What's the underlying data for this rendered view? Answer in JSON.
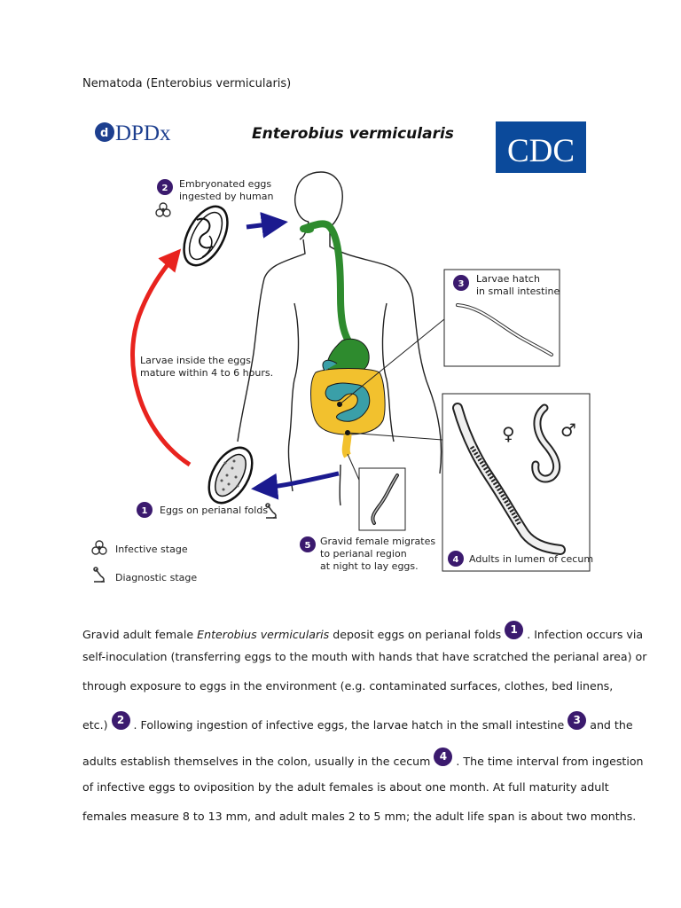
{
  "document": {
    "title": "Nematoda (Enterobius vermicularis)"
  },
  "figure": {
    "logo_left": "DPDx",
    "title": "Enterobius vermicularis",
    "logo_right": "CDC",
    "step1": {
      "num": "1",
      "label": "Eggs on perianal folds"
    },
    "step2": {
      "num": "2",
      "line1": "Embryonated eggs",
      "line2": "ingested by human"
    },
    "step3": {
      "num": "3",
      "line1": "Larvae hatch",
      "line2": "in small intestine"
    },
    "step4": {
      "num": "4",
      "label": "Adults in lumen of cecum"
    },
    "step5": {
      "num": "5",
      "line1": "Gravid female migrates",
      "line2": "to perianal region",
      "line3": "at night to lay eggs."
    },
    "larvae_note": {
      "line1": "Larvae inside the eggs",
      "line2": "mature within 4 to 6 hours."
    },
    "legend": {
      "infective": "Infective stage",
      "diagnostic": "Diagnostic stage"
    },
    "female_symbol": "♀",
    "male_symbol": "♂",
    "colors": {
      "badge": "#3b1a6e",
      "arrow_red": "#e8231e",
      "arrow_blue": "#1b1a8f",
      "stomach": "#2e8b2e",
      "colon": "#f2c12e",
      "small_intestine": "#3a9fa8",
      "cdc_blue": "#0b4a9b"
    },
    "icons": {
      "infective": "biohazard-icon",
      "diagnostic": "microscope-icon"
    }
  },
  "body": {
    "l1_a": "Gravid adult female ",
    "l1_em": "Enterobius vermicularis",
    "l1_b": " deposit eggs on perianal folds",
    "l1_c": ". Infection occurs via",
    "l2": "self-inoculation (transferring eggs to the mouth with hands that have scratched the perianal area) or",
    "l3": "through exposure to eggs in the environment (e.g. contaminated surfaces, clothes, bed linens,",
    "l4_a": "etc.)",
    "l4_b": ". Following ingestion of infective eggs, the larvae hatch in the small intestine",
    "l4_c": "and the",
    "l5_a": "adults establish themselves in the colon, usually in the cecum",
    "l5_b": ". The time interval from ingestion",
    "l6": "of infective eggs to oviposition by the adult females is about one month. At full maturity adult",
    "l7": "females measure 8 to 13 mm, and adult males 2 to 5 mm; the adult life span is about two months.",
    "badge1": "1",
    "badge2": "2",
    "badge3": "3",
    "badge4": "4"
  }
}
